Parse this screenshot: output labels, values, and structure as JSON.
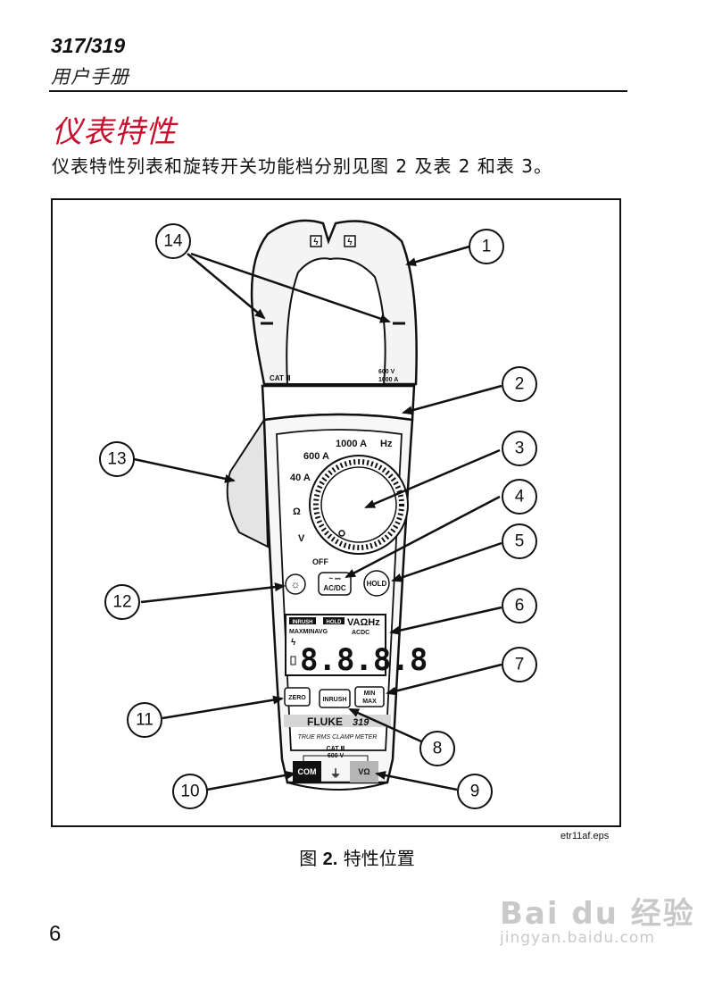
{
  "header": {
    "model": "317/319",
    "subtitle": "用户手册"
  },
  "section": {
    "title": "仪表特性",
    "intro": "仪表特性列表和旋转开关功能档分别见图 2 及表 2 和表 3。"
  },
  "figure": {
    "file_label": "etr11af.eps",
    "caption_prefix": "图",
    "caption_num": "2.",
    "caption_text": "特性位置",
    "callouts": [
      "1",
      "2",
      "3",
      "4",
      "5",
      "6",
      "7",
      "8",
      "9",
      "10",
      "11",
      "12",
      "13",
      "14"
    ],
    "meter": {
      "cat_left": "CAT Ⅲ",
      "rating_v": "600 V",
      "rating_a": "1000 A",
      "dial": {
        "a1000": "1000 A",
        "hz": "Hz",
        "a600": "600 A",
        "a40": "40 A",
        "ohm": "Ω",
        "volt": "V",
        "off": "OFF"
      },
      "buttons": {
        "acdc": "AC/DC",
        "hold": "HOLD",
        "zero": "ZERO",
        "inrush": "INRUSH",
        "min": "MIN",
        "max": "MAX"
      },
      "lcd": {
        "inrush": "INRUSH",
        "hold": "HOLD",
        "units": "VAΩHz",
        "acdc": "ACDC",
        "maxminavg": "MAXMINAVG",
        "digits": "8.8.8.8"
      },
      "brand": "FLUKE",
      "model_num": "319",
      "tagline": "TRUE RMS CLAMP METER",
      "jack_cat": "CAT Ⅲ",
      "jack_v": "600 V",
      "com": "COM",
      "vohm": "VΩ"
    }
  },
  "page_number": "6",
  "watermark": {
    "logo": "Bai du 经验",
    "url": "jingyan.baidu.com"
  }
}
